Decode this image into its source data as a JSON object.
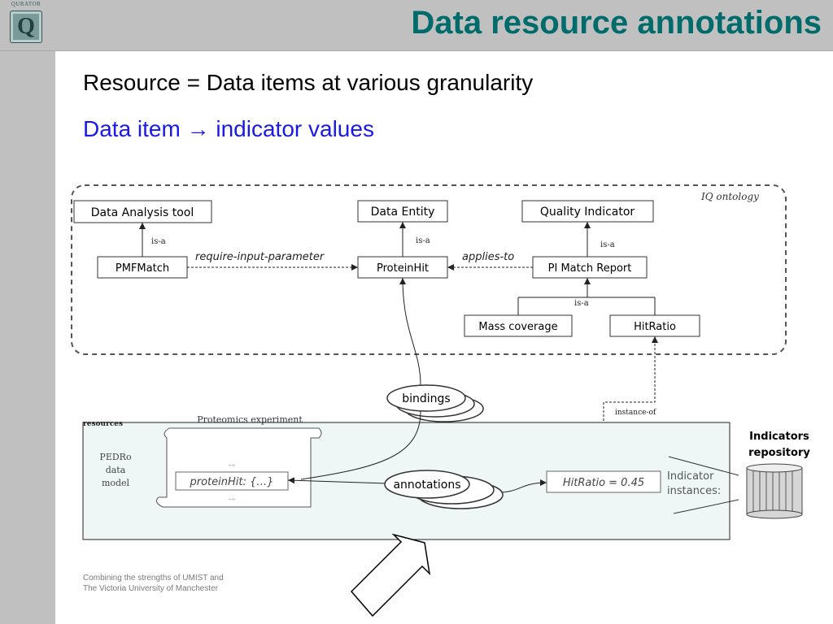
{
  "header": {
    "title": "Data resource annotations",
    "logo_text": "QURATOR",
    "logo_letter": "Q"
  },
  "bullets": {
    "line1": "Resource = Data items at various granularity",
    "line2_prefix": "Data item",
    "line2_arrow": "→",
    "line2_suffix": "indicator values"
  },
  "diagram": {
    "ontology_label": "IQ ontology",
    "nodes": {
      "data_analysis_tool": "Data Analysis tool",
      "data_entity": "Data Entity",
      "quality_indicator": "Quality Indicator",
      "pmfmatch": "PMFMatch",
      "proteinhit": "ProteinHit",
      "pi_match_report": "PI Match Report",
      "mass_coverage": "Mass coverage",
      "hitratio": "HitRatio"
    },
    "edges": {
      "is_a": "is-a",
      "require_input_parameter": "require-input-parameter",
      "applies_to": "applies-to",
      "instance_of": "instance-of"
    },
    "bindings_label": "bindings",
    "annotations_label": "annotations",
    "resources_label": "resources",
    "proteomics_label": "Proteomics experiment",
    "pedro_lines": [
      "PEDRo",
      "data",
      "model"
    ],
    "ellipsis": "...",
    "protein_hit_value": "proteinHit: {…}",
    "hitratio_value": "HitRatio = 0.45",
    "indicator_instances_lines": [
      "Indicator",
      "instances:"
    ],
    "repository_lines": [
      "Indicators",
      "repository"
    ]
  },
  "footer": {
    "line1": "Combining the strengths of UMIST and",
    "line2": "The Victoria University of Manchester"
  },
  "colors": {
    "title": "#006b6b",
    "accent_blue": "#1a1ae6",
    "resources_bg": "#eef6f6",
    "sidebar": "#c0c0c0"
  }
}
